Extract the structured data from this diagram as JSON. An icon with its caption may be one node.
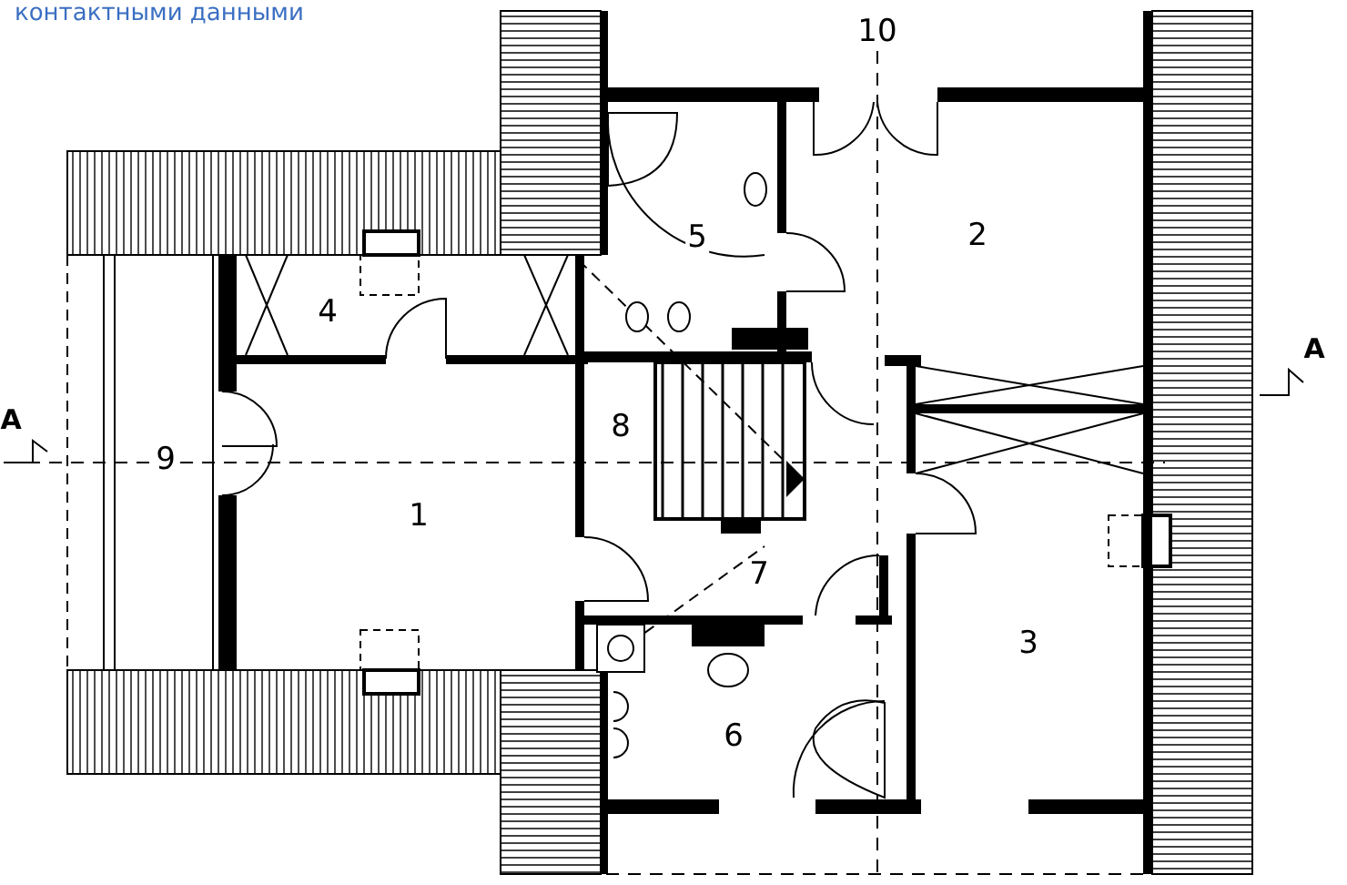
{
  "diagram": {
    "labels": [
      "контактными данными",
      "10",
      "5",
      "2",
      "4",
      "A",
      "A",
      "8",
      "9",
      "1",
      "7",
      "3",
      "6"
    ]
  }
}
